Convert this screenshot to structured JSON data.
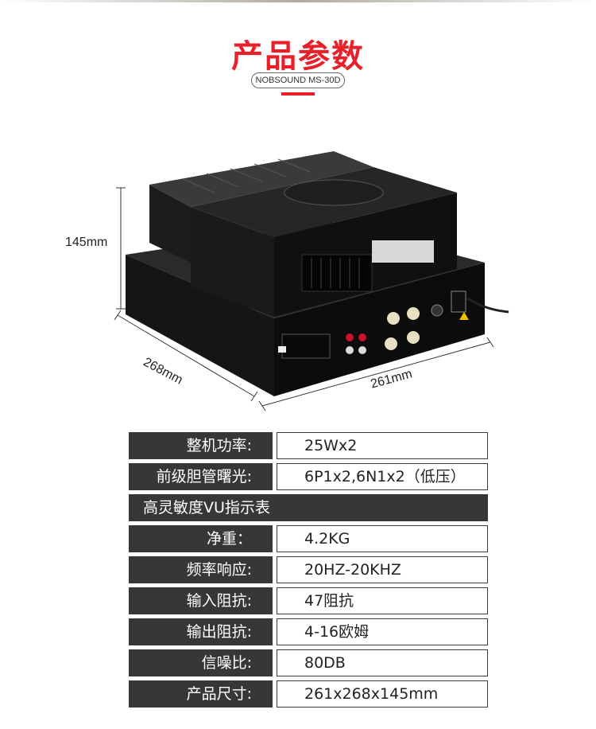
{
  "header": {
    "title": "产品参数",
    "model": "NOBSOUND MS-30D"
  },
  "dimensions": {
    "height": "145mm",
    "depth": "268mm",
    "width": "261mm"
  },
  "specs": [
    {
      "key": "整机功率:",
      "value": "25Wx2"
    },
    {
      "key": "前级胆管曙光:",
      "value": "6P1x2,6N1x2（低压）"
    },
    {
      "key": "高灵敏度VU指示表",
      "value": ""
    },
    {
      "key": "净重：",
      "value": "4.2KG"
    },
    {
      "key": "频率响应:",
      "value": "20HZ-20KHZ"
    },
    {
      "key": "输入阻抗:",
      "value": "47阻抗"
    },
    {
      "key": "输出阻抗:",
      "value": "4-16欧姆"
    },
    {
      "key": "信噪比:",
      "value": "80DB"
    },
    {
      "key": "产品尺寸:",
      "value": "261x268x145mm"
    }
  ],
  "colors": {
    "accent": "#e8202a",
    "key_bg": "#373737"
  }
}
